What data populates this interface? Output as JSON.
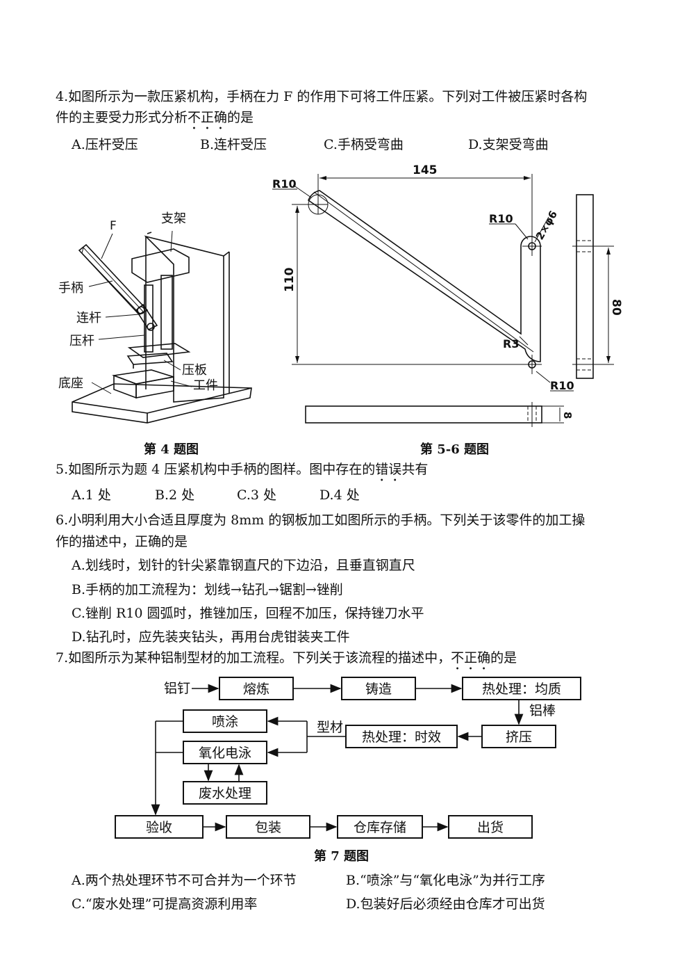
{
  "q4": {
    "line1": "4.如图所示为一款压紧机构，手柄在力 F 的作用下可将工件压紧。下列对工件被压紧时各构",
    "line2_pre": "件的主要受力形式分析",
    "line2_em": "不正确",
    "line2_post": "的是",
    "options": [
      "A.压杆受压",
      "B.连杆受压",
      "C.手柄受弯曲",
      "D.支架受弯曲"
    ],
    "fig_labels": {
      "F": "F",
      "zhijia": "支架",
      "shoubing": "手柄",
      "liangan": "连杆",
      "yagan": "压杆",
      "dizuo": "底座",
      "yaban": "压板",
      "gongjian": "工件"
    },
    "caption": "第 4 题图"
  },
  "fig56": {
    "dims": {
      "d145": "145",
      "d110": "110",
      "d80": "80",
      "d8": "8",
      "r10a": "R10",
      "r10b": "R10",
      "r10c": "R10",
      "r3": "R3",
      "holes": "2×φ6"
    },
    "caption": "第 5-6 题图"
  },
  "q5": {
    "pre": "5.如图所示为题 4 压紧机构中手柄的图样。图中存在的",
    "em": "错误",
    "post": "共有",
    "options": [
      "A.1 处",
      "B.2 处",
      "C.3 处",
      "D.4 处"
    ]
  },
  "q6": {
    "line1": "6.小明利用大小合适且厚度为 8mm 的钢板加工如图所示的手柄。下列关于该零件的加工操",
    "line2": "作的描述中，正确的是",
    "options": [
      "A.划线时，划针的针尖紧靠钢直尺的下边沿，且垂直钢直尺",
      "B.手柄的加工流程为：划线→钻孔→锯割→锉削",
      "C.锉削 R10 圆弧时，推锉加压，回程不加压，保持锉刀水平",
      "D.钻孔时，应先装夹钻头，再用台虎钳装夹工件"
    ]
  },
  "q7": {
    "pre": "7.如图所示为某种铝制型材的加工流程。下列关于该流程的描述中，",
    "em": "不正确",
    "post": "的是",
    "flow": {
      "input": "铝钉",
      "melt": "熔炼",
      "cast": "铸造",
      "homog": "热处理：均质",
      "rod": "铝棒",
      "extrude": "挤压",
      "aging": "热处理：时效",
      "profile": "型材",
      "spray": "喷涂",
      "oxid": "氧化电泳",
      "waste": "废水处理",
      "check": "验收",
      "pack": "包装",
      "store": "仓库存储",
      "ship": "出货"
    },
    "caption": "第 7 题图",
    "options": [
      "A.两个热处理环节不可合并为一个环节",
      "B.“喷涂”与“氧化电泳”为并行工序",
      "C.“废水处理”可提高资源利用率",
      "D.包装好后必须经由仓库才可出货"
    ]
  }
}
